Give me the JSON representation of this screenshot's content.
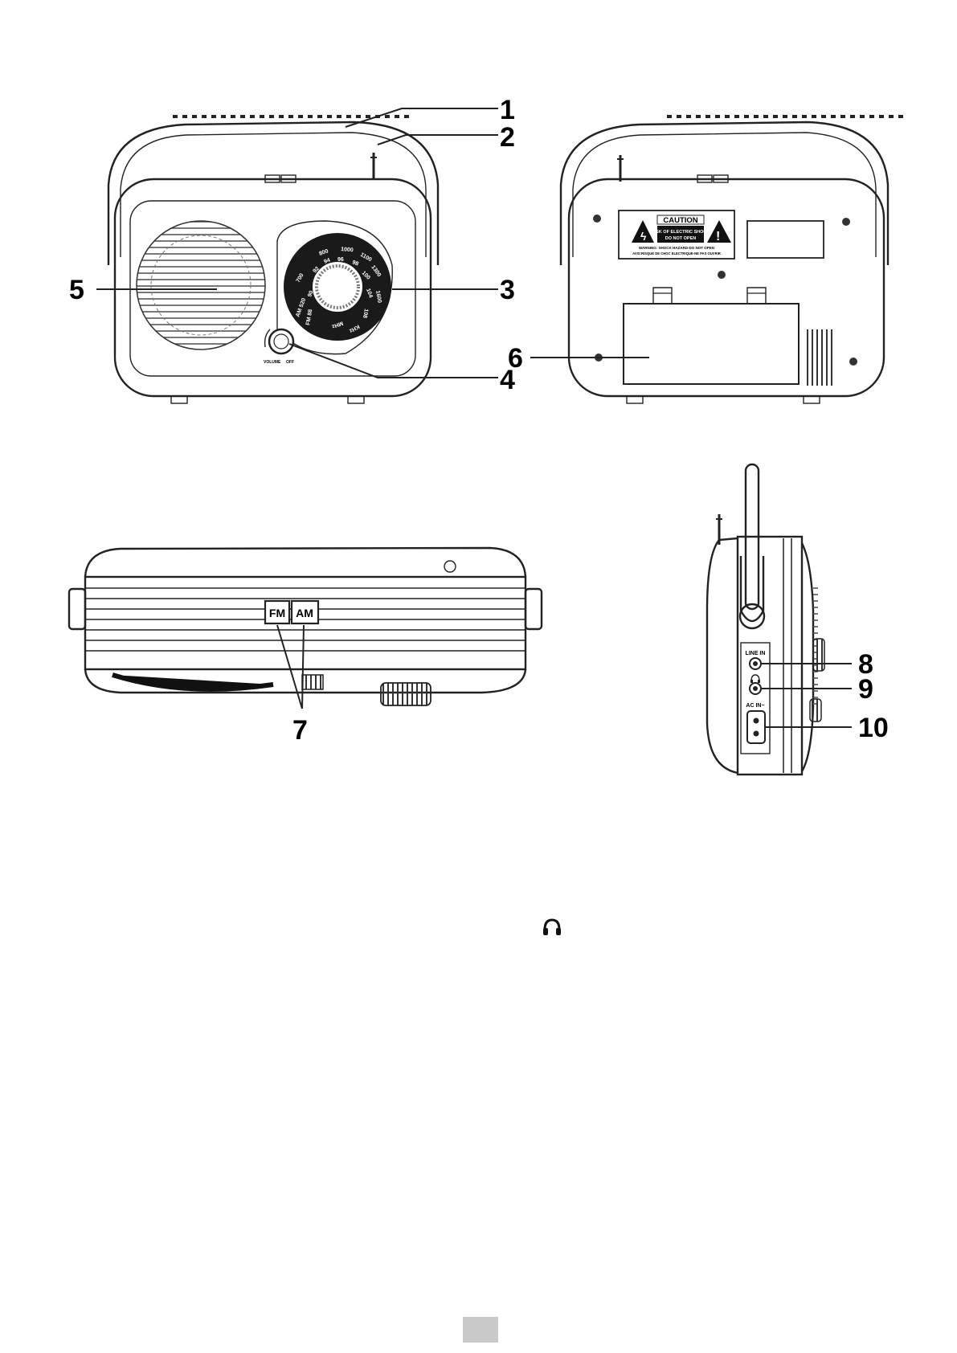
{
  "diagram": {
    "callouts": [
      "1",
      "2",
      "3",
      "4",
      "5",
      "6",
      "7",
      "8",
      "9",
      "10"
    ],
    "front": {
      "dial_am_scale": [
        "AM 520",
        "700",
        "800",
        "1000",
        "1100",
        "1300",
        "1600"
      ],
      "dial_fm_scale": [
        "FM 88",
        "90",
        "92",
        "94",
        "96",
        "98",
        "100",
        "104",
        "108"
      ],
      "dial_units": [
        "MHz",
        "KHz"
      ],
      "knob_labels": [
        "VOLUME",
        "OFF"
      ]
    },
    "back": {
      "caution_title": "CAUTION",
      "caution_line1": "RISK OF ELECTRIC SHOCK",
      "caution_line2": "DO NOT OPEN",
      "warning_line1": "WARNING: SHOCK HAZARD-DO NOT OPEN",
      "warning_line2": "AVIS:RISQUE DE CHOC ELECTRIQUE-NE PAS OUVRIR"
    },
    "top": {
      "fm_button": "FM",
      "am_button": "AM"
    },
    "side": {
      "line_in_label": "LINE IN",
      "ac_in_label": "AC IN~"
    }
  },
  "icons": [
    "headphones-icon",
    "warning-triangle-icon"
  ],
  "colors": {
    "line": "#222222",
    "page_box": "#c9c9c9"
  }
}
